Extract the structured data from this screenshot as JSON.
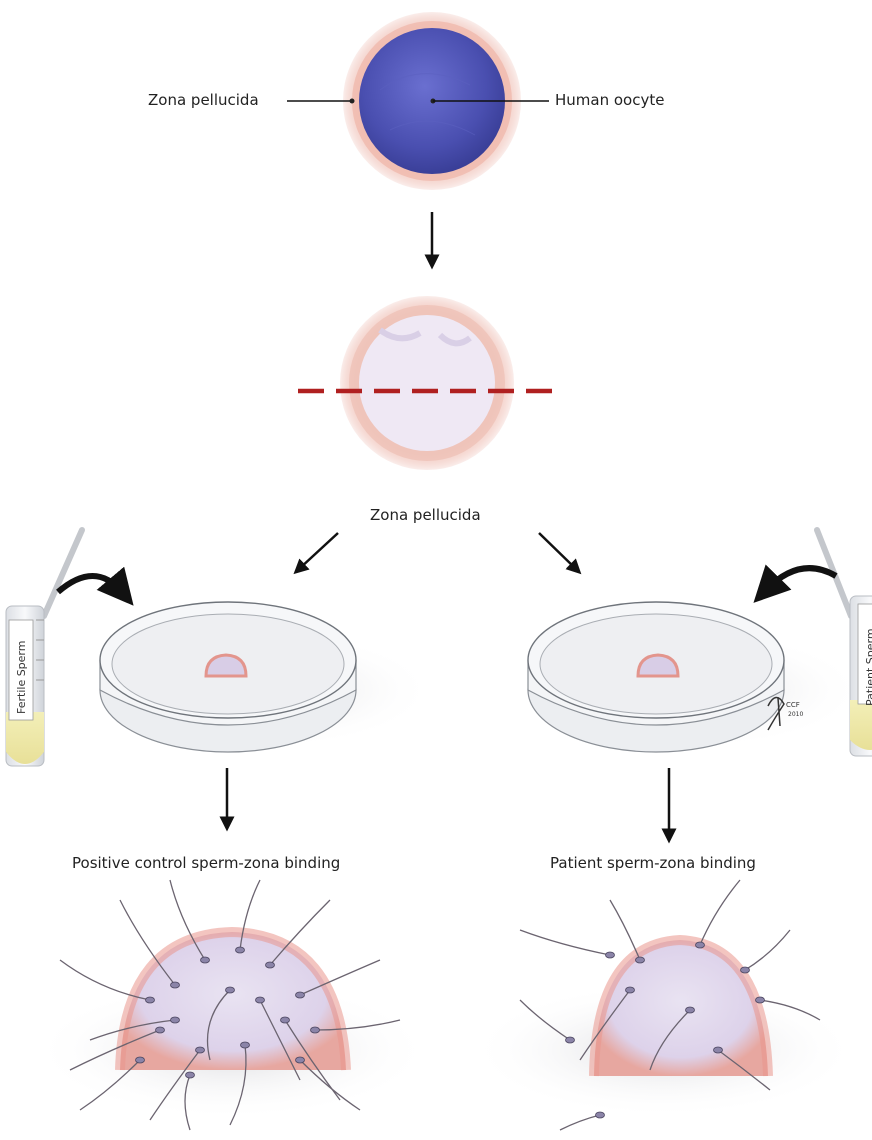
{
  "labels": {
    "zona_top": "Zona pellucida",
    "oocyte": "Human oocyte",
    "zona_middle": "Zona pellucida",
    "positive": "Positive control sperm-zona binding",
    "patient": "Patient sperm-zona binding"
  },
  "tubes": {
    "left": "Fertile Sperm",
    "right": "Patient Sperm"
  },
  "signature": {
    "mark": "CCF",
    "year": "2010"
  },
  "colors": {
    "oocyte": "#4a4fb0",
    "zona": "#e8a79a",
    "cut_line": "#b02020",
    "arrow": "#111111"
  }
}
